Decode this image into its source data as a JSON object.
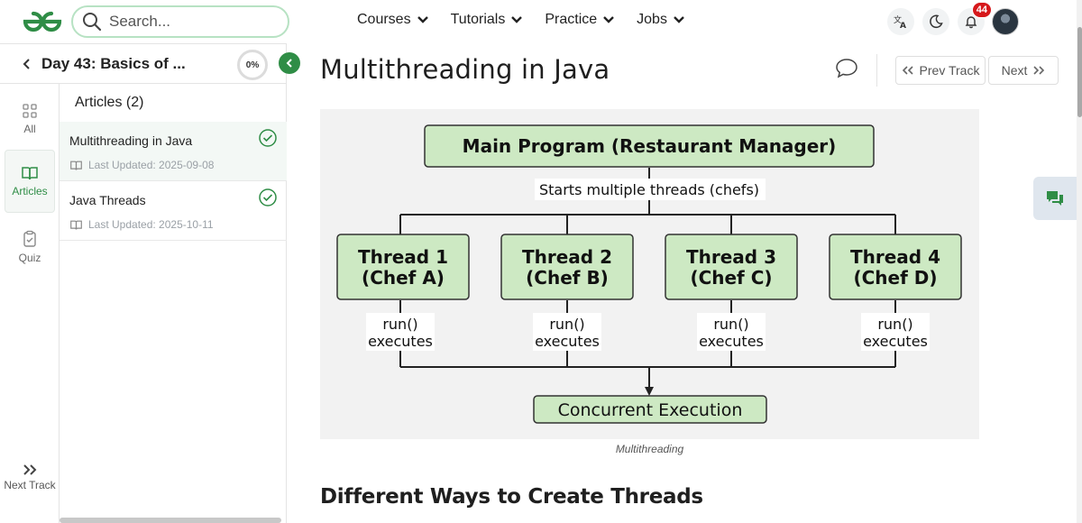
{
  "header": {
    "search_placeholder": "Search...",
    "nav": [
      {
        "label": "Courses"
      },
      {
        "label": "Tutorials"
      },
      {
        "label": "Practice"
      },
      {
        "label": "Jobs"
      }
    ],
    "notification_count": "44",
    "logo_icon": "gfg-logo-icon"
  },
  "rail": {
    "items": [
      {
        "label": "All",
        "icon": "grid-icon"
      },
      {
        "label": "Articles",
        "icon": "book-icon",
        "active": true
      },
      {
        "label": "Quiz",
        "icon": "clipboard-icon"
      }
    ],
    "next_track": "Next Track"
  },
  "course": {
    "title": "Day 43: Basics of ...",
    "progress": "0%",
    "section_title": "Articles (2)",
    "articles": [
      {
        "title": "Multithreading in Java",
        "meta": "Last Updated: 2025-09-08",
        "completed": true,
        "active": true
      },
      {
        "title": "Java Threads",
        "meta": "Last Updated: 2025-10-11",
        "completed": true,
        "active": false
      }
    ]
  },
  "main": {
    "title": "Multithreading in Java",
    "prev_track": "Prev Track",
    "next": "Next",
    "caption": "Multithreading",
    "subheading": "Different Ways to Create Threads"
  },
  "diagram": {
    "main_box": "Main Program (Restaurant Manager)",
    "edge_label": "Starts multiple threads (chefs)",
    "threads": [
      {
        "line1": "Thread 1",
        "line2": "(Chef A)"
      },
      {
        "line1": "Thread 2",
        "line2": "(Chef B)"
      },
      {
        "line1": "Thread 3",
        "line2": "(Chef C)"
      },
      {
        "line1": "Thread 4",
        "line2": "(Chef D)"
      }
    ],
    "run_label_line1": "run()",
    "run_label_line2": "executes",
    "result_box": "Concurrent Execution",
    "colors": {
      "box_fill": "#cde9c3",
      "box_stroke": "#333333"
    }
  },
  "theme": {
    "brand_green": "#2f8d46",
    "badge_red": "#d6181b"
  }
}
